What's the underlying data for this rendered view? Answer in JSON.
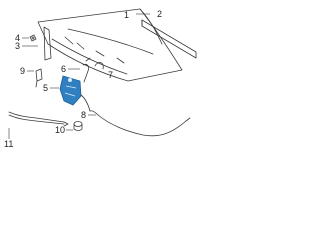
{
  "diagram": {
    "callouts": [
      {
        "id": "1",
        "label": "1"
      },
      {
        "id": "2",
        "label": "2"
      },
      {
        "id": "3",
        "label": "3"
      },
      {
        "id": "4",
        "label": "4"
      },
      {
        "id": "5",
        "label": "5"
      },
      {
        "id": "6",
        "label": "6"
      },
      {
        "id": "7",
        "label": "7"
      },
      {
        "id": "8",
        "label": "8"
      },
      {
        "id": "9",
        "label": "9"
      },
      {
        "id": "10",
        "label": "10"
      },
      {
        "id": "11",
        "label": "11"
      }
    ],
    "colors": {
      "line": "#3a3a3a",
      "highlight_fill": "#2f7fc1",
      "highlight_stroke": "#1d5f99",
      "text": "#222222"
    }
  }
}
